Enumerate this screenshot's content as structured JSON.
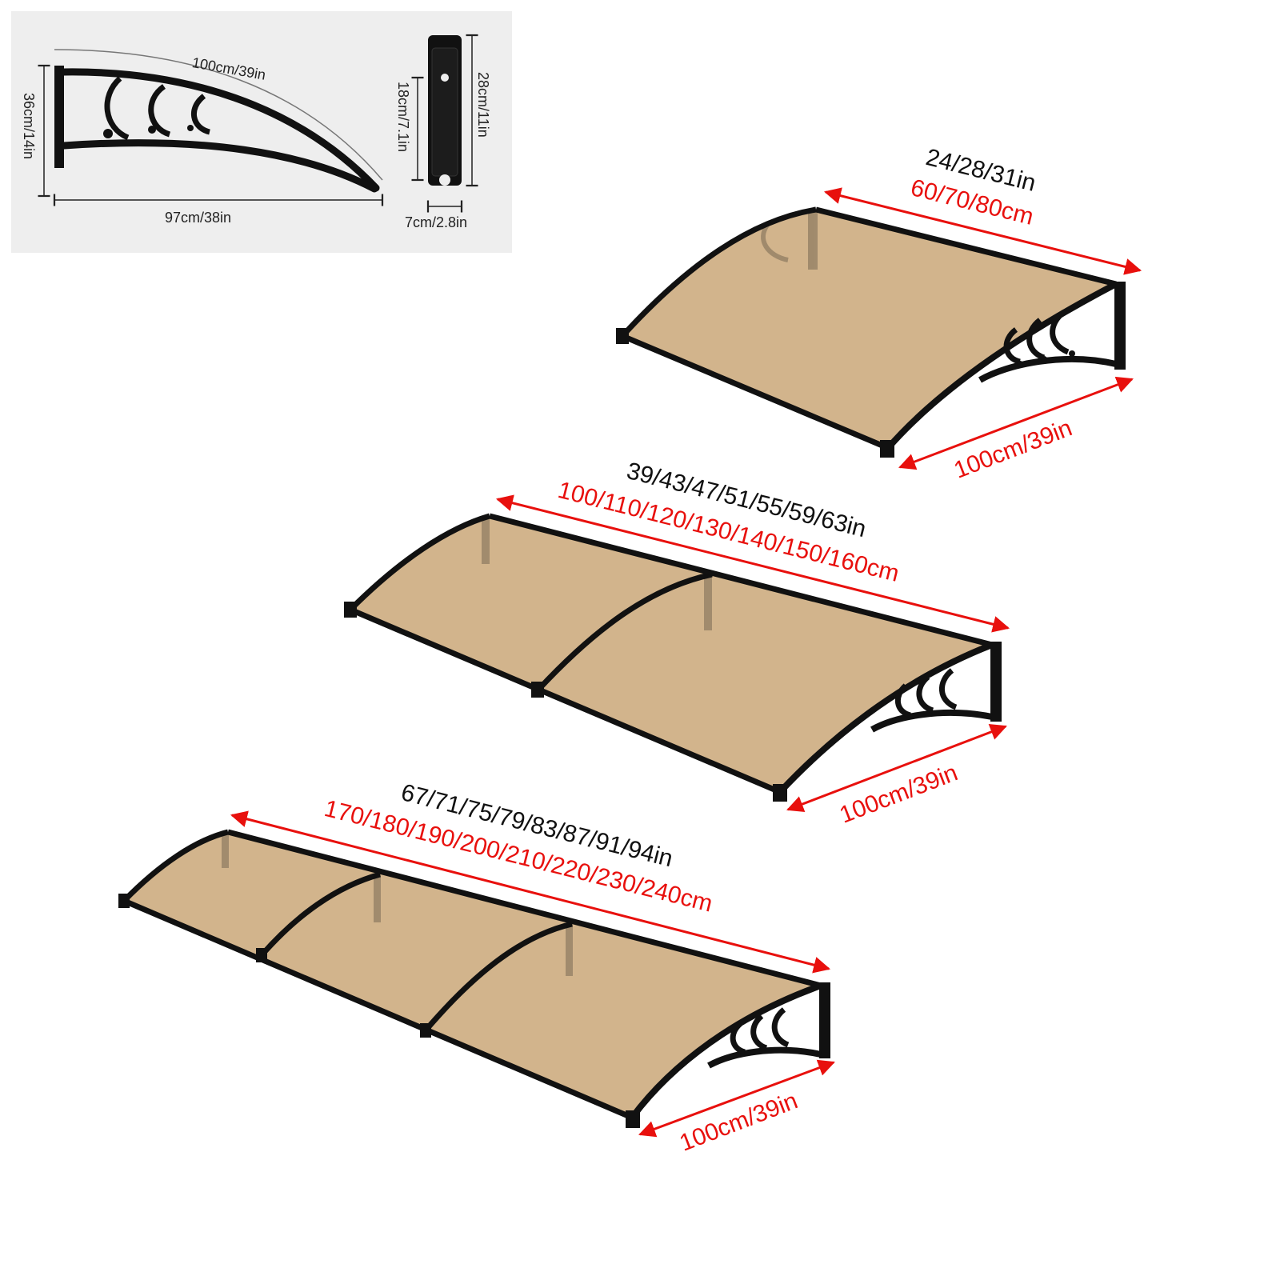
{
  "colors": {
    "panel_bg": "#eeeeee",
    "frame": "#111111",
    "sheet": "#d2b48c",
    "arrow": "#e8100d",
    "imperial_text": "#111111",
    "metric_text": "#e8100d"
  },
  "icons": {
    "bracket": "bracket-icon",
    "mount_plate": "mount-plate-icon"
  },
  "bracket_detail": {
    "arc_length": "100cm/39in",
    "height": "36cm/14in",
    "base_length": "97cm/38in",
    "plate_height": "28cm/11in",
    "hole_spacing": "18cm/7.1in",
    "plate_width": "7cm/2.8in"
  },
  "canopies": [
    {
      "modules": 1,
      "width_in": "24/28/31in",
      "width_cm": "60/70/80cm",
      "depth": "100cm/39in"
    },
    {
      "modules": 2,
      "width_in": "39/43/47/51/55/59/63in",
      "width_cm": "100/110/120/130/140/150/160cm",
      "depth": "100cm/39in"
    },
    {
      "modules": 3,
      "width_in": "67/71/75/79/83/87/91/94in",
      "width_cm": "170/180/190/200/210/220/230/240cm",
      "depth": "100cm/39in"
    }
  ]
}
